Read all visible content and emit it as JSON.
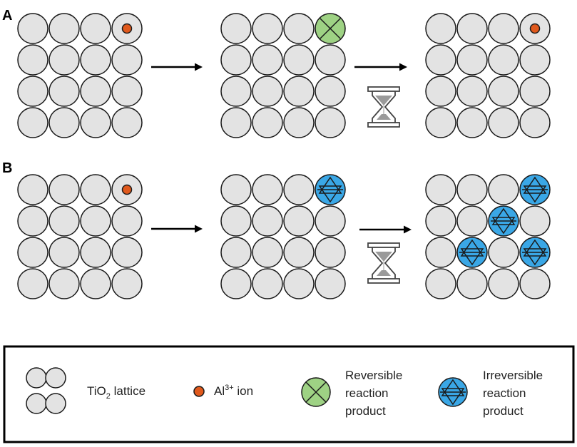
{
  "panels": [
    {
      "label": "A",
      "stages": [
        {
          "id": "initial",
          "marks": [
            {
              "row": 0,
              "col": 3,
              "kind": "ion"
            }
          ]
        },
        {
          "id": "reacted",
          "marks": [
            {
              "row": 0,
              "col": 3,
              "kind": "reversible"
            }
          ]
        },
        {
          "id": "after-time",
          "marks": [
            {
              "row": 0,
              "col": 3,
              "kind": "ion"
            }
          ]
        }
      ]
    },
    {
      "label": "B",
      "stages": [
        {
          "id": "initial",
          "marks": [
            {
              "row": 0,
              "col": 3,
              "kind": "ion"
            }
          ]
        },
        {
          "id": "reacted",
          "marks": [
            {
              "row": 0,
              "col": 3,
              "kind": "irreversible"
            }
          ]
        },
        {
          "id": "after-time",
          "marks": [
            {
              "row": 0,
              "col": 3,
              "kind": "irreversible"
            },
            {
              "row": 1,
              "col": 2,
              "kind": "irreversible"
            },
            {
              "row": 2,
              "col": 1,
              "kind": "irreversible"
            },
            {
              "row": 2,
              "col": 3,
              "kind": "irreversible"
            }
          ]
        }
      ]
    }
  ],
  "legend": {
    "lattice": {
      "prefix": "TiO",
      "sub": "2",
      "suffix": " lattice"
    },
    "ion": {
      "prefix": "Al",
      "sup": "3+",
      "suffix": " ion"
    },
    "reversible": {
      "lines": [
        "Reversible",
        "reaction",
        "product"
      ]
    },
    "irreversible": {
      "lines": [
        "Irreversible",
        "reaction",
        "product"
      ]
    }
  },
  "colors": {
    "lattice_fill": "#e3e3e3",
    "stroke": "#1a1a1a",
    "ion": "#e0591c",
    "reversible": "#9ed284",
    "irreversible": "#3aa7e6",
    "hourglass": "#444444"
  }
}
